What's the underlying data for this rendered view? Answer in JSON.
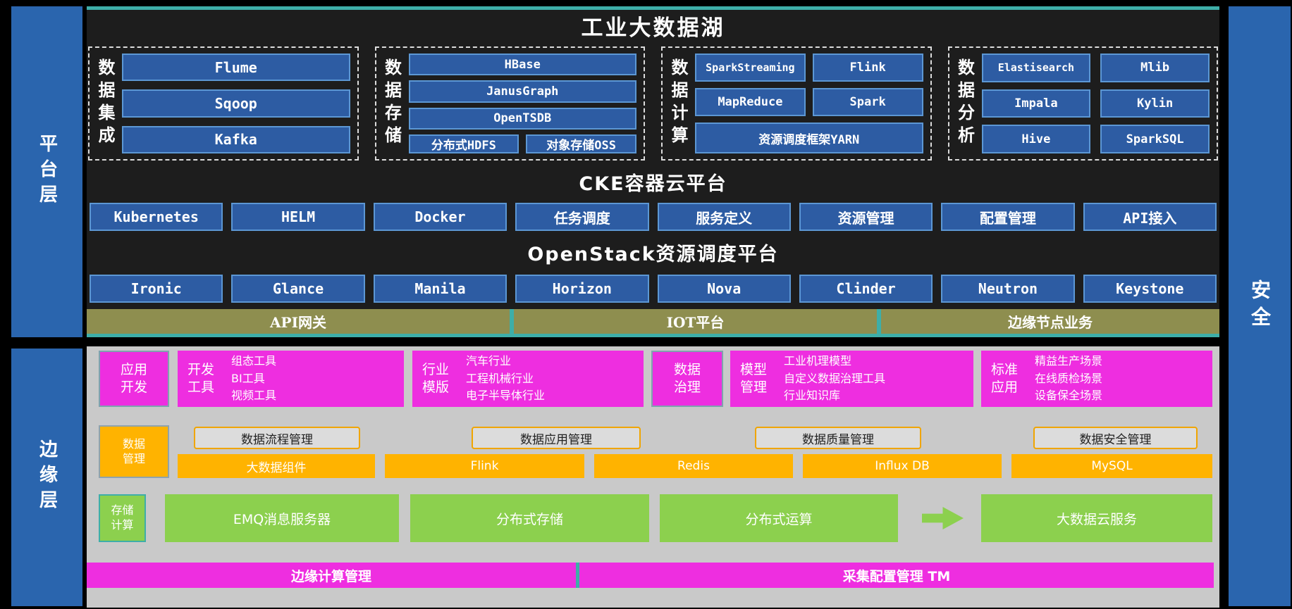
{
  "layers": {
    "platform": "平台层",
    "edge": "边缘层",
    "security": "安全"
  },
  "platform": {
    "lake": {
      "title": "工业大数据湖",
      "groups": [
        {
          "label": "数据集成",
          "items": [
            "Flume",
            "Sqoop",
            "Kafka"
          ]
        },
        {
          "label": "数据存储",
          "items": [
            "HBase",
            "JanusGraph",
            "OpenTSDB",
            "分布式HDFS",
            "对象存储OSS"
          ]
        },
        {
          "label": "数据计算",
          "items": [
            "SparkStreaming",
            "Flink",
            "MapReduce",
            "Spark",
            "资源调度框架YARN"
          ]
        },
        {
          "label": "数据分析",
          "items": [
            "Elastisearch",
            "Mlib",
            "Impala",
            "Kylin",
            "Hive",
            "SparkSQL"
          ]
        }
      ]
    },
    "cke": {
      "title": "CKE容器云平台",
      "items": [
        "Kubernetes",
        "HELM",
        "Docker",
        "任务调度",
        "服务定义",
        "资源管理",
        "配置管理",
        "API接入"
      ]
    },
    "openstack": {
      "title": "OpenStack资源调度平台",
      "items": [
        "Ironic",
        "Glance",
        "Manila",
        "Horizon",
        "Nova",
        "Clinder",
        "Neutron",
        "Keystone"
      ]
    },
    "gateway_bar": [
      "API网关",
      "IOT平台",
      "边缘节点业务"
    ]
  },
  "edge": {
    "apps": {
      "app_dev": "应用开发",
      "dev_tools": {
        "label": "开发工具",
        "lines": [
          "组态工具",
          "BI工具",
          "视频工具"
        ]
      },
      "industry": {
        "label": "行业模版",
        "lines": [
          "汽车行业",
          "工程机械行业",
          "电子半导体行业"
        ]
      },
      "governance": "数据治理",
      "model": {
        "label": "模型管理",
        "lines": [
          "工业机理模型",
          "自定义数据治理工具",
          "行业知识库"
        ]
      },
      "standard": {
        "label": "标准应用",
        "lines": [
          "精益生产场景",
          "在线质检场景",
          "设备保全场景"
        ]
      }
    },
    "data_mgmt": {
      "label": "数据管理",
      "outlined": [
        "数据流程管理",
        "数据应用管理",
        "数据质量管理",
        "数据安全管理"
      ],
      "solid": [
        "大数据组件",
        "Flink",
        "Redis",
        "Influx DB",
        "MySQL"
      ]
    },
    "storage": {
      "label": "存储计算",
      "items": [
        "EMQ消息服务器",
        "分布式存储",
        "分布式运算"
      ],
      "cloud": "大数据云服务"
    },
    "bottom_bar": [
      "边缘计算管理",
      "采集配置管理 TM"
    ]
  },
  "colors": {
    "layer_blue": "#2A65AE",
    "panel_dark": "#1D1D1D",
    "teal_accent": "#3EAEA8",
    "block_blue": "#2D5CA3",
    "block_blue_border": "#5C97D4",
    "olive": "#8E8E4F",
    "edge_gray": "#C9C9C9",
    "magenta": "#EE2EE0",
    "orange": "#FFB300",
    "green": "#8CD04E"
  }
}
